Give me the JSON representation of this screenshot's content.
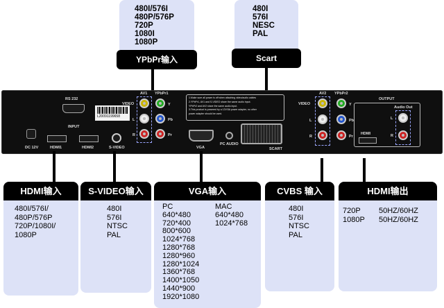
{
  "top": {
    "ypbpr": {
      "lines": [
        "480I/576I",
        "480P/576P",
        "720P",
        "1080I",
        "1080P"
      ],
      "title": "YPbPr输入"
    },
    "scart": {
      "lines": [
        "480I",
        "576I",
        "NESC",
        "PAL"
      ],
      "title": "Scart"
    }
  },
  "device": {
    "rs232": "RS 232",
    "input": "INPUT",
    "dc": "DC 12V",
    "hdmi1": "HDMI1",
    "hdmi2": "HDMI2",
    "barcode": "L20091199658",
    "svideo": "S-VIDEO",
    "av1": "AV1",
    "ypbpr1": "YPbPr1",
    "video1": "VIDEO",
    "l1": "L",
    "r1": "R",
    "y1": "Y",
    "pb1": "Pb",
    "pr1": "Pr",
    "notes": [
      "1.Make sure all power is off when attaching video/audio cables",
      "2.YPbPr1, AV1 and S-VIDEO share the same audio input.",
      "  YPbPr2 and AV2 share the same audio input.",
      "3.This product is powered by a 12V/3A power adapter, no other",
      "  power adapter should be used."
    ],
    "vga": "VGA",
    "pcaudio": "PC AUDIO",
    "scart": "SCART",
    "av2": "AV2",
    "ypbpr2": "YPbPr2",
    "video2": "VIDEO",
    "l2": "L",
    "r2": "R",
    "y2": "Y",
    "pb2": "Pb",
    "pr2": "Pr",
    "output": "OUTPUT",
    "hdmi_out": "HDMI",
    "audio_out": "Audio Out",
    "aol": "L",
    "aor": "R"
  },
  "cards": {
    "hdmi_in": {
      "title": "HDMI输入",
      "lines": [
        "480I/576I/",
        "480P/576P",
        "720P/1080I/",
        "1080P"
      ]
    },
    "svideo": {
      "title": "S-VIDEO输入",
      "lines": [
        "480I",
        "576I",
        "NTSC",
        "PAL"
      ]
    },
    "vga": {
      "title": "VGA输入",
      "left": [
        "PC",
        "640*480",
        "720*400",
        "800*600",
        "1024*768",
        "1280*768",
        "1280*960",
        "1280*1024",
        "1360*768",
        "1400*1050",
        "1440*900",
        "1920*1080"
      ],
      "right": [
        "MAC",
        "640*480",
        "1024*768"
      ]
    },
    "cvbs": {
      "title": "CVBS 输入",
      "lines": [
        "480I",
        "576I",
        "NTSC",
        "PAL"
      ]
    },
    "hdmi_out": {
      "title": "HDMI输出",
      "left": [
        "720P",
        "1080P"
      ],
      "right": [
        "50HZ/60HZ",
        "50HZ/60HZ"
      ]
    }
  }
}
